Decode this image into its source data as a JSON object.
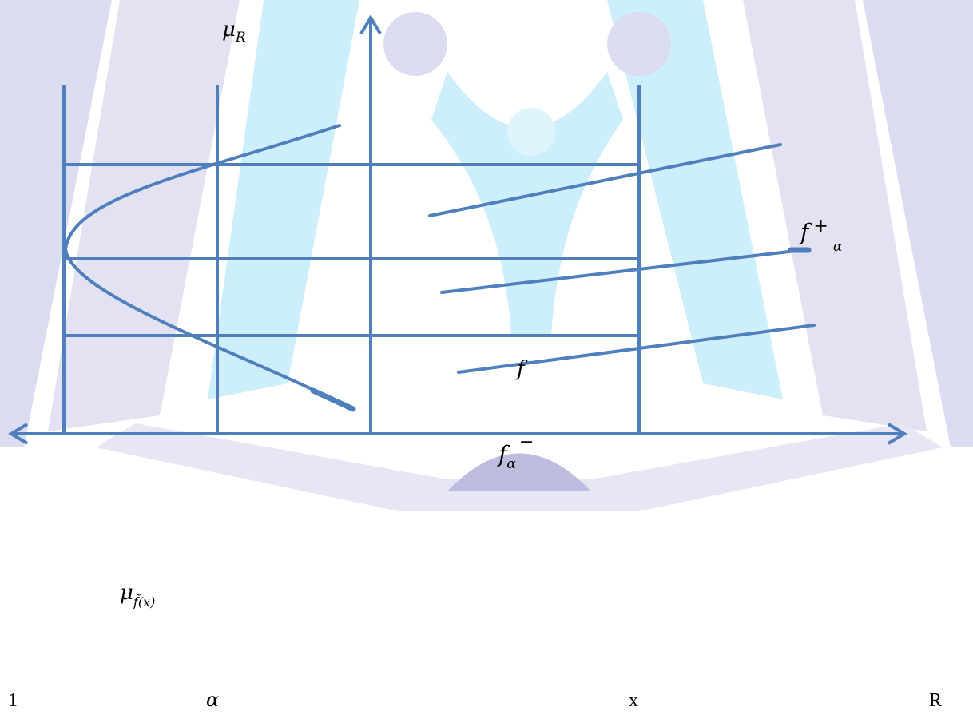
{
  "figure": {
    "line_color": "#4f7fbd",
    "watermark": "faint lavender and cyan logo of two figures under an arch",
    "watermark_colors": {
      "lavender": "#dcdcf0",
      "cyan": "#c9eefa",
      "mound": "#bcbcdf"
    },
    "labels": {
      "mu_R": {
        "base": "μ",
        "sub": "R"
      },
      "f_plus_alpha": {
        "base": "f",
        "sup": "+",
        "sub": "α"
      },
      "f_mid": "f",
      "f_alpha_minus": {
        "base": "f",
        "sub": "α",
        "sup": "−"
      },
      "mu_f_x": {
        "base": "μ",
        "sub": "f̃(x)"
      }
    }
  },
  "bottom_row": [
    "1",
    "α",
    "x",
    "R"
  ]
}
